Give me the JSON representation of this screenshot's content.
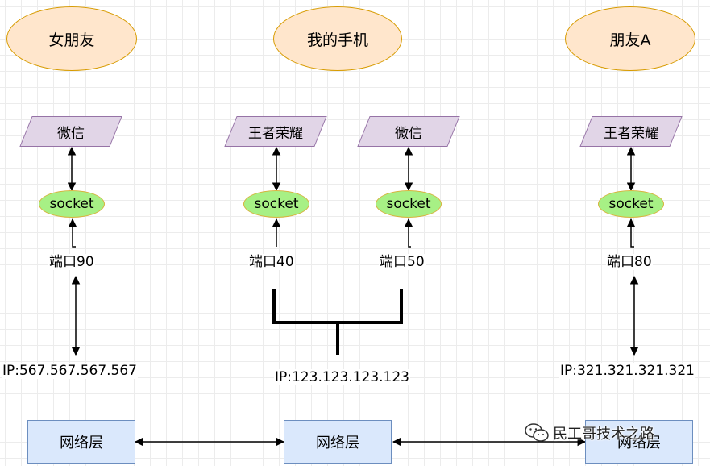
{
  "top_nodes": {
    "girlfriend": "女朋友",
    "my_phone": "我的手机",
    "friend_a": "朋友A"
  },
  "apps": {
    "girlfriend_app": "微信",
    "phone_app_1": "王者荣耀",
    "phone_app_2": "微信",
    "friend_app": "王者荣耀"
  },
  "sockets": {
    "s1": "socket",
    "s2": "socket",
    "s3": "socket",
    "s4": "socket"
  },
  "ports": {
    "girlfriend_port": "端口90",
    "phone_port_1": "端口40",
    "phone_port_2": "端口50",
    "friend_port": "端口80"
  },
  "ips": {
    "girlfriend_ip": "IP:567.567.567.567",
    "phone_ip": "IP:123.123.123.123",
    "friend_ip": "IP:321.321.321.321"
  },
  "network": {
    "left": "网络层",
    "middle": "网络层",
    "right": "网络层"
  },
  "watermark": {
    "text": "民工哥技术之路",
    "icon": "wechat-icon"
  },
  "colors": {
    "ellipse_fill": "#ffe6cc",
    "ellipse_stroke": "#d79b00",
    "app_fill": "#e1d5e7",
    "app_stroke": "#9673a6",
    "socket_fill": "#a7f085",
    "socket_stroke": "#d7b33e",
    "net_fill": "#dae8fc",
    "net_stroke": "#6c8ebf"
  }
}
